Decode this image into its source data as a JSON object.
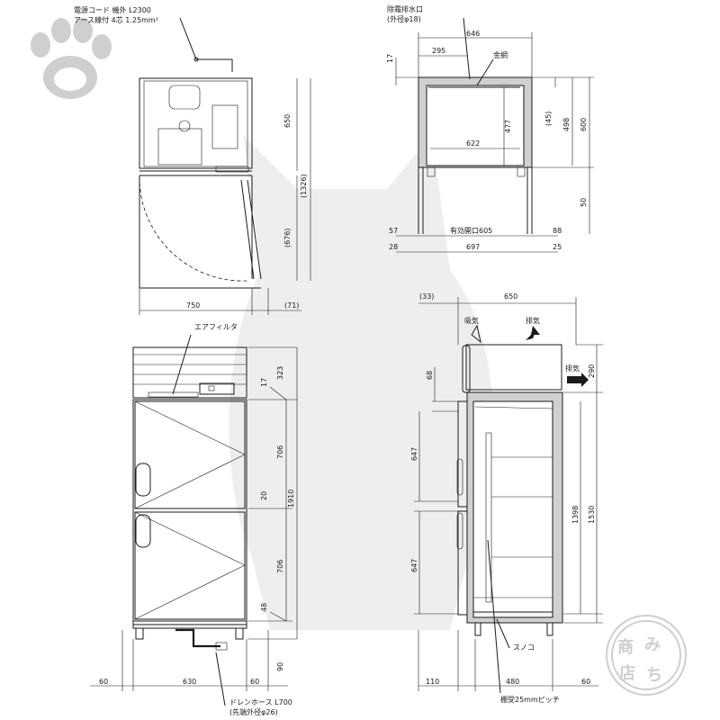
{
  "labels": {
    "power_cord_1": "電源コード 機外 L2300",
    "power_cord_2": "アース線付 4芯 1.25mm²",
    "drain_port_1": "除霜排水口",
    "drain_port_2": "(外径φ18)",
    "wire_mesh": "金網",
    "air_filter": "エアフィルタ",
    "intake": "吸気",
    "exhaust_top": "排気",
    "exhaust_side": "排気",
    "effective_opening": "有効開口605",
    "sunoko": "スノコ",
    "shelf_pitch": "棚受25mmピッチ",
    "drain_hose_1": "ドレンホース L700",
    "drain_hose_2": "(先端外径φ26)"
  },
  "dims": {
    "top_650": "650",
    "top_1326": "(1326)",
    "top_676": "(676)",
    "top_750": "750",
    "top_71": "(71)",
    "sec_646": "646",
    "sec_295": "295",
    "sec_17": "17",
    "sec_477": "477",
    "sec_45": "(45)",
    "sec_498": "498",
    "sec_600": "600",
    "sec_622": "622",
    "sec_50": "50",
    "sec_57": "57",
    "sec_88": "88",
    "sec_28": "28",
    "sec_697": "697",
    "sec_25": "25",
    "front_17": "17",
    "front_323": "323",
    "front_706a": "706",
    "front_20": "20",
    "front_1910": "1910",
    "front_706b": "706",
    "front_48": "48",
    "front_90": "90",
    "front_60a": "60",
    "front_630": "630",
    "front_60b": "60",
    "side_33": "(33)",
    "side_650": "650",
    "side_290": "290",
    "side_68": "68",
    "side_647a": "647",
    "side_647b": "647",
    "side_1398": "1398",
    "side_1530": "1530",
    "side_110": "110",
    "side_480": "480",
    "side_60": "60"
  },
  "stamp": {
    "chars": [
      "商",
      "み",
      "店",
      "ち"
    ]
  }
}
